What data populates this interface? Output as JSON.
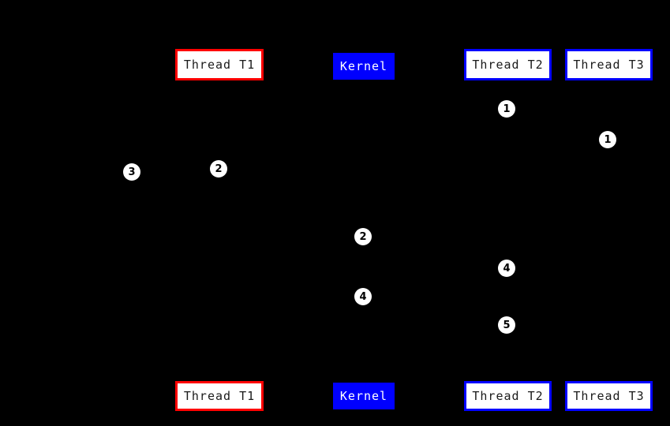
{
  "diagram": {
    "type": "sequence-diagram",
    "background_color": "#000000",
    "colors": {
      "red_accent": "#ff0000",
      "blue_accent": "#0000ff",
      "box_fill": "#ffffff",
      "box_text": "#1a1a1a",
      "kernel_text": "#ffffff",
      "marker_fill": "#ffffff",
      "marker_text": "#000000"
    },
    "entities": [
      {
        "id": "thread-t1",
        "label": "Thread T1",
        "style": "red-outline"
      },
      {
        "id": "kernel",
        "label": "Kernel",
        "style": "blue-filled"
      },
      {
        "id": "thread-t2",
        "label": "Thread T2",
        "style": "blue-outline"
      },
      {
        "id": "thread-t3",
        "label": "Thread T3",
        "style": "blue-outline"
      }
    ],
    "markers": [
      {
        "label": "1"
      },
      {
        "label": "1"
      },
      {
        "label": "3"
      },
      {
        "label": "2"
      },
      {
        "label": "2"
      },
      {
        "label": "4"
      },
      {
        "label": "4"
      },
      {
        "label": "5"
      }
    ]
  }
}
